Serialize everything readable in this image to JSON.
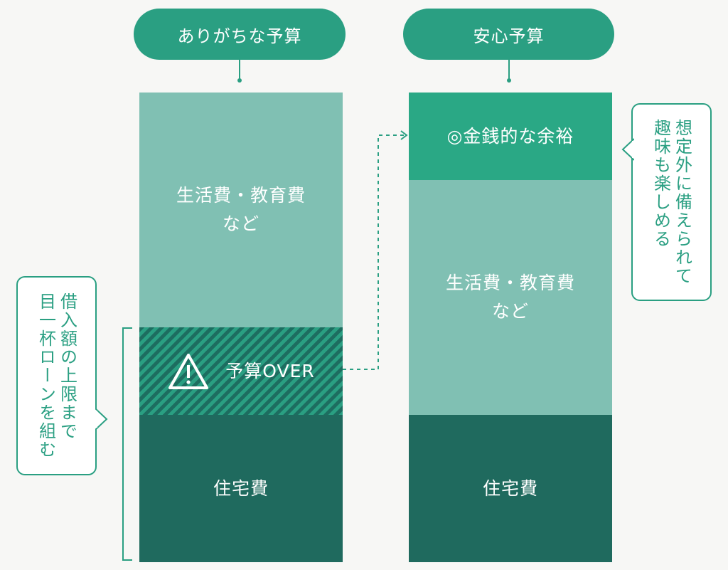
{
  "headers": {
    "left_title": "ありがちな予算",
    "right_title": "安心予算"
  },
  "left_column": {
    "living_line1": "生活費・教育費",
    "living_line2": "など",
    "over_label": "予算OVER",
    "housing_label": "住宅費"
  },
  "right_column": {
    "margin_label": "◎金銭的な余裕",
    "living_line1": "生活費・教育費",
    "living_line2": "など",
    "housing_label": "住宅費"
  },
  "notes": {
    "left_text": "借入額の上限まで\n目一杯ローンを組む",
    "right_text": "想定外に備えられて\n趣味も楽しめる"
  },
  "colors": {
    "accent": "#2a9f82",
    "light_block": "#80c0b3",
    "dark_block": "#1f6a5e",
    "margin_block": "#2aa885"
  },
  "icons": {
    "warning": "warning-triangle-icon",
    "arrow": "dashed-arrow-icon"
  }
}
